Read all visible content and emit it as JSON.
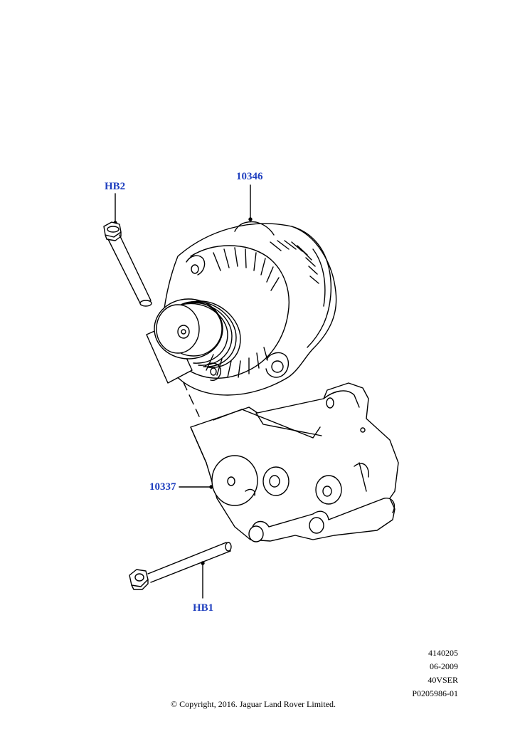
{
  "callouts": {
    "alternator": "10346",
    "mounting_bracket": "10337",
    "upper_bolt": "HB2",
    "lower_bolt": "HB1"
  },
  "info_block": {
    "line1": "4140205",
    "line2": "06-2009",
    "line3": "40VSER",
    "line4": "P0205986-01"
  },
  "copyright": "© Copyright, 2016. Jaguar Land Rover Limited.",
  "colors": {
    "callout": "#1f3fbf",
    "linework": "#000000"
  }
}
